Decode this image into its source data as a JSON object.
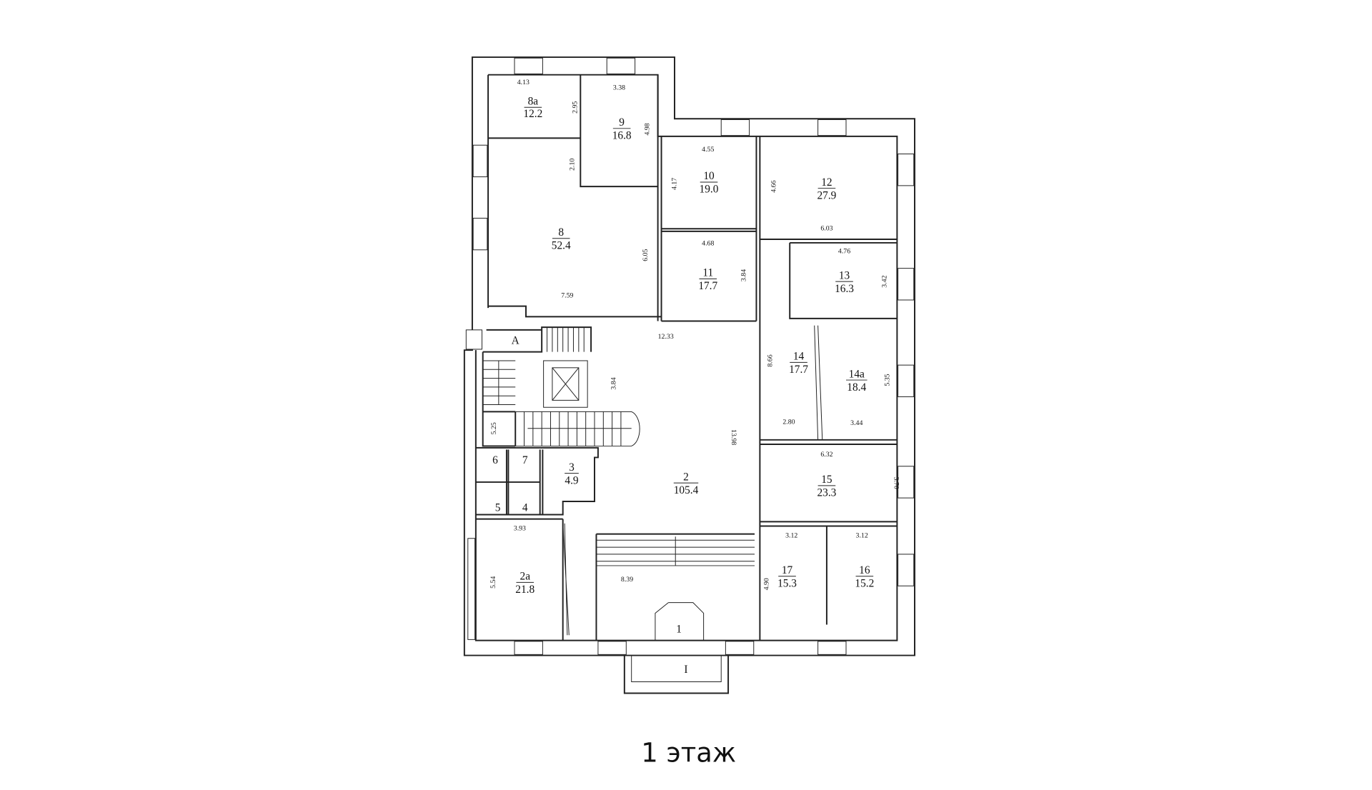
{
  "caption": "1 этаж",
  "rooms": [
    {
      "number": "8a",
      "area": "12.2"
    },
    {
      "number": "9",
      "area": "16.8"
    },
    {
      "number": "8",
      "area": "52.4"
    },
    {
      "number": "10",
      "area": "19.0"
    },
    {
      "number": "12",
      "area": "27.9"
    },
    {
      "number": "11",
      "area": "17.7"
    },
    {
      "number": "13",
      "area": "16.3"
    },
    {
      "number": "14",
      "area": "17.7"
    },
    {
      "number": "14a",
      "area": "18.4"
    },
    {
      "number": "2",
      "area": "105.4"
    },
    {
      "number": "3",
      "area": "4.9"
    },
    {
      "number": "15",
      "area": "23.3"
    },
    {
      "number": "2a",
      "area": "21.8"
    },
    {
      "number": "17",
      "area": "15.3"
    },
    {
      "number": "16",
      "area": "15.2"
    }
  ],
  "small_rooms": [
    "6",
    "7",
    "5",
    "4"
  ],
  "markers": {
    "stair": "A",
    "entrance": "1",
    "porch": "I"
  },
  "dimensions": [
    "4.13",
    "2.95",
    "3.38",
    "4.98",
    "2.10",
    "6.05",
    "7.59",
    "4.55",
    "4.17",
    "4.66",
    "6.03",
    "4.68",
    "3.84",
    "4.76",
    "3.42",
    "12.33",
    "8.66",
    "5.35",
    "3.84",
    "2.80",
    "3.44",
    "13.98",
    "5.25",
    "6.32",
    "3.70",
    "3.93",
    "3.12",
    "3.12",
    "5.54",
    "8.39",
    "4.90"
  ]
}
